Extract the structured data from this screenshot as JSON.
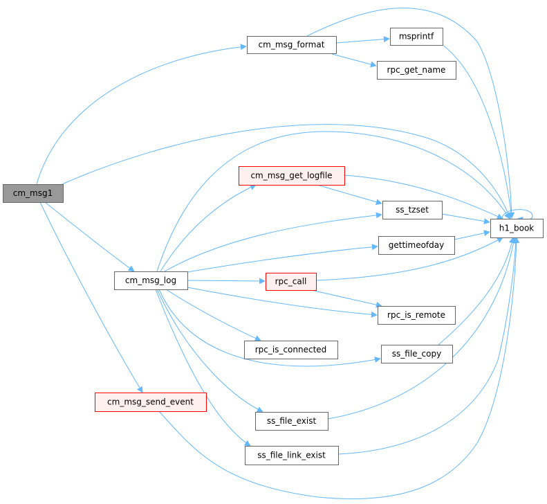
{
  "colors": {
    "edge": "#63b8ff",
    "node_border": "#666666",
    "node_fill": "#ffffff",
    "focus_fill": "#999999",
    "focus_border": "#666666",
    "truncated_fill": "#fff0f0",
    "truncated_border": "#ff0000"
  },
  "nodes": [
    {
      "id": "cm_msg1",
      "label": "cm_msg1",
      "style": "focus"
    },
    {
      "id": "cm_msg_format",
      "label": "cm_msg_format",
      "style": "normal"
    },
    {
      "id": "msprintf",
      "label": "msprintf",
      "style": "normal"
    },
    {
      "id": "rpc_get_name",
      "label": "rpc_get_name",
      "style": "normal"
    },
    {
      "id": "h1_book",
      "label": "h1_book",
      "style": "normal"
    },
    {
      "id": "cm_msg_get_logfile",
      "label": "cm_msg_get_logfile",
      "style": "truncated"
    },
    {
      "id": "ss_tzset",
      "label": "ss_tzset",
      "style": "normal"
    },
    {
      "id": "gettimeofday",
      "label": "gettimeofday",
      "style": "normal"
    },
    {
      "id": "cm_msg_log",
      "label": "cm_msg_log",
      "style": "normal"
    },
    {
      "id": "rpc_call",
      "label": "rpc_call",
      "style": "truncated"
    },
    {
      "id": "rpc_is_remote",
      "label": "rpc_is_remote",
      "style": "normal"
    },
    {
      "id": "rpc_is_connected",
      "label": "rpc_is_connected",
      "style": "normal"
    },
    {
      "id": "ss_file_copy",
      "label": "ss_file_copy",
      "style": "normal"
    },
    {
      "id": "cm_msg_send_event",
      "label": "cm_msg_send_event",
      "style": "truncated"
    },
    {
      "id": "ss_file_exist",
      "label": "ss_file_exist",
      "style": "normal"
    },
    {
      "id": "ss_file_link_exist",
      "label": "ss_file_link_exist",
      "style": "normal"
    }
  ],
  "edges": [
    {
      "from": "cm_msg1",
      "to": "cm_msg_format"
    },
    {
      "from": "cm_msg1",
      "to": "h1_book"
    },
    {
      "from": "cm_msg1",
      "to": "cm_msg_log"
    },
    {
      "from": "cm_msg1",
      "to": "cm_msg_send_event"
    },
    {
      "from": "cm_msg_format",
      "to": "msprintf"
    },
    {
      "from": "cm_msg_format",
      "to": "rpc_get_name"
    },
    {
      "from": "cm_msg_format",
      "to": "h1_book"
    },
    {
      "from": "msprintf",
      "to": "h1_book"
    },
    {
      "from": "h1_book",
      "to": "h1_book"
    },
    {
      "from": "cm_msg_get_logfile",
      "to": "ss_tzset"
    },
    {
      "from": "cm_msg_get_logfile",
      "to": "h1_book"
    },
    {
      "from": "ss_tzset",
      "to": "h1_book"
    },
    {
      "from": "gettimeofday",
      "to": "h1_book"
    },
    {
      "from": "cm_msg_log",
      "to": "h1_book"
    },
    {
      "from": "cm_msg_log",
      "to": "cm_msg_get_logfile"
    },
    {
      "from": "cm_msg_log",
      "to": "ss_tzset"
    },
    {
      "from": "cm_msg_log",
      "to": "gettimeofday"
    },
    {
      "from": "cm_msg_log",
      "to": "rpc_call"
    },
    {
      "from": "cm_msg_log",
      "to": "rpc_is_remote"
    },
    {
      "from": "cm_msg_log",
      "to": "rpc_is_connected"
    },
    {
      "from": "cm_msg_log",
      "to": "ss_file_copy"
    },
    {
      "from": "cm_msg_log",
      "to": "ss_file_exist"
    },
    {
      "from": "cm_msg_log",
      "to": "ss_file_link_exist"
    },
    {
      "from": "rpc_call",
      "to": "h1_book"
    },
    {
      "from": "rpc_call",
      "to": "rpc_is_remote"
    },
    {
      "from": "ss_file_copy",
      "to": "h1_book"
    },
    {
      "from": "ss_file_exist",
      "to": "h1_book"
    },
    {
      "from": "ss_file_link_exist",
      "to": "h1_book"
    },
    {
      "from": "cm_msg_send_event",
      "to": "h1_book"
    }
  ]
}
